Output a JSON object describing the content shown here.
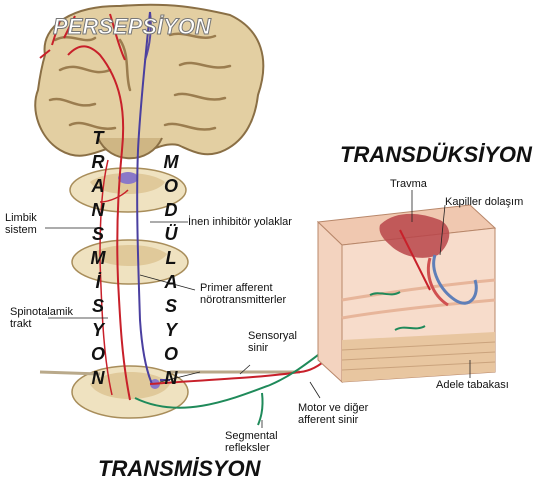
{
  "titles": {
    "perception": "PERSEPSİYON",
    "transduction": "TRANSDÜKSİYON",
    "transmission": "TRANSMİSYON"
  },
  "vertical": {
    "transmission": [
      "T",
      "R",
      "A",
      "N",
      "S",
      "M",
      "İ",
      "S",
      "Y",
      "O",
      "N"
    ],
    "modulation": [
      "M",
      "O",
      "D",
      "Ü",
      "L",
      "A",
      "S",
      "Y",
      "O",
      "N"
    ]
  },
  "labels": {
    "limbic_line1": "Limbik",
    "limbic_line2": "sistem",
    "descending": "İnen inhibitör yolaklar",
    "primary_line1": "Primer afferent",
    "primary_line2": "nörotransmitterler",
    "spino_line1": "Spinotalamik",
    "spino_line2": "trakt",
    "sensory_line1": "Sensoryal",
    "sensory_line2": "sinir",
    "motor_line1": "Motor ve diğer",
    "motor_line2": "afferent sinir",
    "segmental_line1": "Segmental",
    "segmental_line2": "refleksler",
    "trauma": "Travma",
    "capillary": "Kapiller dolaşım",
    "muscle": "Adele tabakası"
  }
}
